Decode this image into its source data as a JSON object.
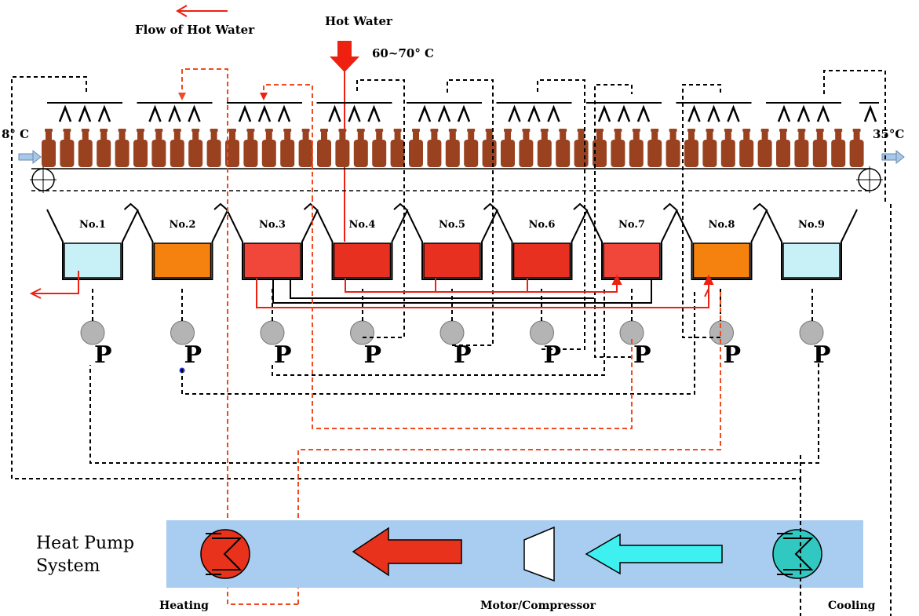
{
  "labels": {
    "flow_of_hot_water": "Flow of Hot Water",
    "hot_water": "Hot Water",
    "hot_water_temp": "60~70° C",
    "inlet_temp": "8° C",
    "outlet_temp": "35°C",
    "hp_title_line1": "Heat Pump",
    "hp_title_line2": "System",
    "heating": "Heating",
    "motor_compressor": "Motor/Compressor",
    "cooling": "Cooling",
    "pump_symbol": "P"
  },
  "tanks": [
    {
      "label": "No.1",
      "color": "#c8f1f7"
    },
    {
      "label": "No.2",
      "color": "#f5820f"
    },
    {
      "label": "No.3",
      "color": "#f0473a"
    },
    {
      "label": "No.4",
      "color": "#e83020"
    },
    {
      "label": "No.5",
      "color": "#e83020"
    },
    {
      "label": "No.6",
      "color": "#e83020"
    },
    {
      "label": "No.7",
      "color": "#f0473a"
    },
    {
      "label": "No.8",
      "color": "#f5820f"
    },
    {
      "label": "No.9",
      "color": "#c8f1f7"
    }
  ],
  "colors": {
    "bottle": "#9a4220",
    "hp_panel": "#a8cdf0",
    "heater": "#e8321c",
    "cooler": "#30c8c0",
    "big_arrow_red": "#e8321c",
    "big_arrow_cyan": "#3ef0f0",
    "hot_line": "#ee2010",
    "dashed_red": "#f04a20",
    "dashed_black": "#000000",
    "pump_grey": "#b4b4b4"
  }
}
